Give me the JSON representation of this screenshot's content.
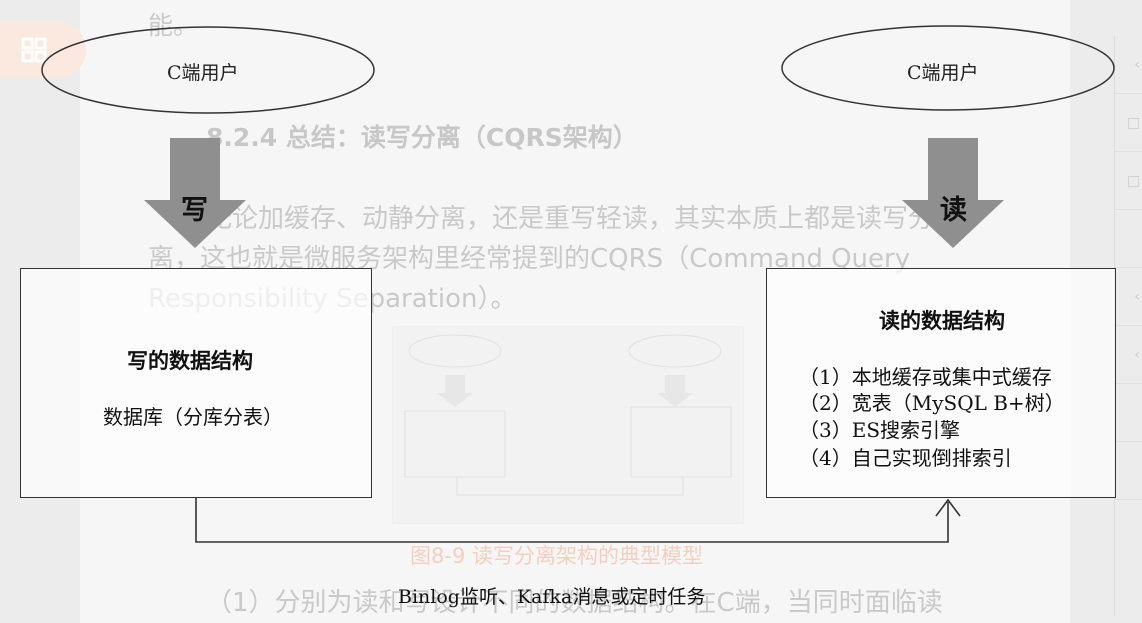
{
  "background_page": {
    "line_top": "能。",
    "heading": "8.2.4 总结：读写分离（CQRS架构）",
    "paragraph_lines": [
      "无论加缓存、动静分离，还是重写轻读，其实本质上都是读写分",
      "离，这也就是微服务架构里经常提到的CQRS（Command Query",
      "Responsibility Separation）。"
    ],
    "figure_caption": "图8-9 读写分离架构的典型模型",
    "paragraph_bottom": "（1）分别为读和写设计不同的数据结构。在C端，当同时面临读",
    "left_button_icon": "grid-icon",
    "colors": {
      "faded_text": "#c9c9c9",
      "caption": "#f4cfc0",
      "button_bg": "#fbe9df"
    }
  },
  "diagram": {
    "left_user": "C端用户",
    "right_user": "C端用户",
    "write_arrow_label": "写",
    "read_arrow_label": "读",
    "write_box": {
      "title": "写的数据结构",
      "line": "数据库（分库分表）"
    },
    "read_box": {
      "title": "读的数据结构",
      "lines": [
        "（1）本地缓存或集中式缓存",
        "（2）宽表（MySQL B+树）",
        "（3）ES搜索引擎",
        "（4）自己实现倒排索引"
      ]
    },
    "sync_label": "Binlog监听、Kafka消息或定时任务"
  }
}
